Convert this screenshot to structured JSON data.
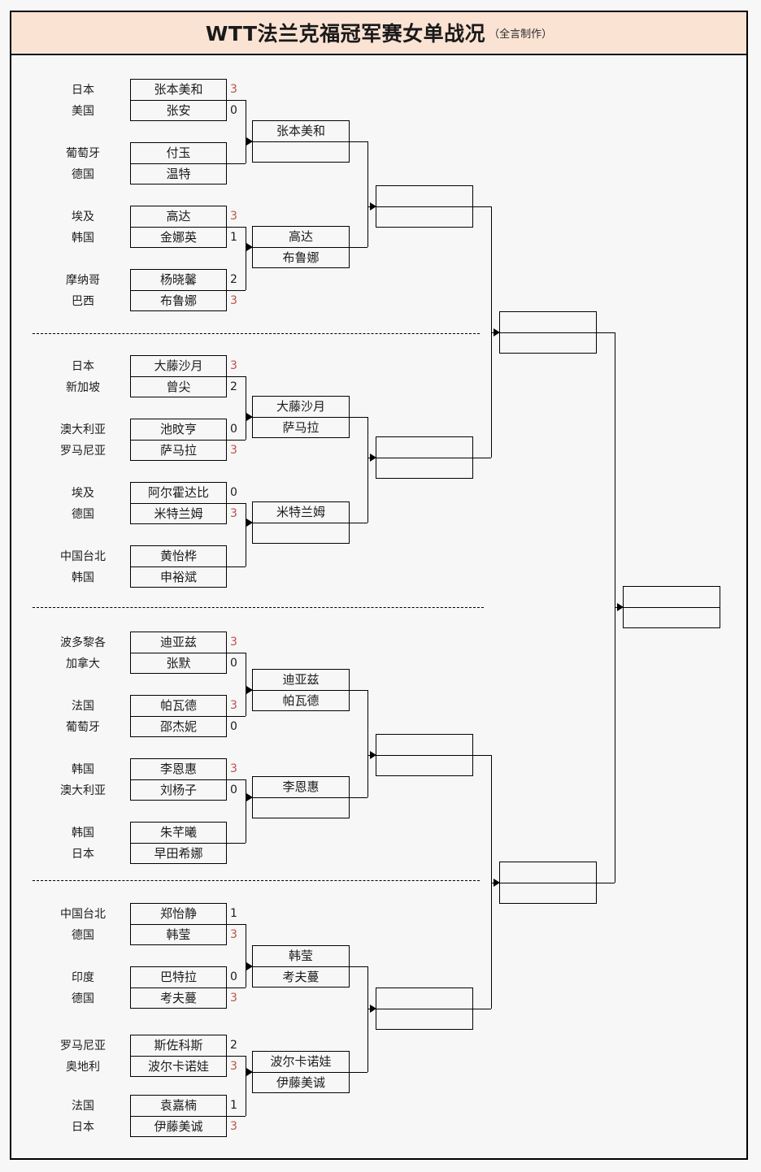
{
  "header": {
    "title_main": "WTT法兰克福冠军赛女单战况",
    "title_sub": "（全言制作）"
  },
  "bracket": {
    "round1": [
      {
        "country": "日本",
        "player": "张本美和",
        "score": "3",
        "win": true
      },
      {
        "country": "美国",
        "player": "张安",
        "score": "0",
        "win": false
      },
      {
        "country": "葡萄牙",
        "player": "付玉",
        "score": "",
        "win": false
      },
      {
        "country": "德国",
        "player": "温特",
        "score": "",
        "win": false
      },
      {
        "country": "埃及",
        "player": "高达",
        "score": "3",
        "win": true
      },
      {
        "country": "韩国",
        "player": "金娜英",
        "score": "1",
        "win": false
      },
      {
        "country": "摩纳哥",
        "player": "杨晓馨",
        "score": "2",
        "win": false
      },
      {
        "country": "巴西",
        "player": "布鲁娜",
        "score": "3",
        "win": true
      },
      {
        "country": "日本",
        "player": "大藤沙月",
        "score": "3",
        "win": true
      },
      {
        "country": "新加坡",
        "player": "曾尖",
        "score": "2",
        "win": false
      },
      {
        "country": "澳大利亚",
        "player": "池旼亨",
        "score": "0",
        "win": false
      },
      {
        "country": "罗马尼亚",
        "player": "萨马拉",
        "score": "3",
        "win": true
      },
      {
        "country": "埃及",
        "player": "阿尔霍达比",
        "score": "0",
        "win": false
      },
      {
        "country": "德国",
        "player": "米特兰姆",
        "score": "3",
        "win": true
      },
      {
        "country": "中国台北",
        "player": "黄怡桦",
        "score": "",
        "win": false
      },
      {
        "country": "韩国",
        "player": "申裕斌",
        "score": "",
        "win": false
      },
      {
        "country": "波多黎各",
        "player": "迪亚兹",
        "score": "3",
        "win": true
      },
      {
        "country": "加拿大",
        "player": "张默",
        "score": "0",
        "win": false
      },
      {
        "country": "法国",
        "player": "帕瓦德",
        "score": "3",
        "win": true
      },
      {
        "country": "葡萄牙",
        "player": "邵杰妮",
        "score": "0",
        "win": false
      },
      {
        "country": "韩国",
        "player": "李恩惠",
        "score": "3",
        "win": true
      },
      {
        "country": "澳大利亚",
        "player": "刘杨子",
        "score": "0",
        "win": false
      },
      {
        "country": "韩国",
        "player": "朱芊曦",
        "score": "",
        "win": false
      },
      {
        "country": "日本",
        "player": "早田希娜",
        "score": "",
        "win": false
      },
      {
        "country": "中国台北",
        "player": "郑怡静",
        "score": "1",
        "win": false
      },
      {
        "country": "德国",
        "player": "韩莹",
        "score": "3",
        "win": true
      },
      {
        "country": "印度",
        "player": "巴特拉",
        "score": "0",
        "win": false
      },
      {
        "country": "德国",
        "player": "考夫蔓",
        "score": "3",
        "win": true
      },
      {
        "country": "罗马尼亚",
        "player": "斯佐科斯",
        "score": "2",
        "win": false
      },
      {
        "country": "奥地利",
        "player": "波尔卡诺娃",
        "score": "3",
        "win": true
      },
      {
        "country": "法国",
        "player": "袁嘉楠",
        "score": "1",
        "win": false
      },
      {
        "country": "日本",
        "player": "伊藤美诚",
        "score": "3",
        "win": true
      }
    ],
    "round2": [
      {
        "top": "张本美和",
        "bottom": ""
      },
      {
        "top": "高达",
        "bottom": "布鲁娜"
      },
      {
        "top": "大藤沙月",
        "bottom": "萨马拉"
      },
      {
        "top": "米特兰姆",
        "bottom": ""
      },
      {
        "top": "迪亚兹",
        "bottom": "帕瓦德"
      },
      {
        "top": "李恩惠",
        "bottom": ""
      },
      {
        "top": "韩莹",
        "bottom": "考夫蔓"
      },
      {
        "top": "波尔卡诺娃",
        "bottom": "伊藤美诚"
      }
    ],
    "round3": [
      {
        "top": "",
        "bottom": ""
      },
      {
        "top": "",
        "bottom": ""
      },
      {
        "top": "",
        "bottom": ""
      },
      {
        "top": "",
        "bottom": ""
      }
    ],
    "round4": [
      {
        "top": "",
        "bottom": ""
      },
      {
        "top": "",
        "bottom": ""
      }
    ],
    "final": [
      {
        "top": "",
        "bottom": ""
      }
    ]
  }
}
